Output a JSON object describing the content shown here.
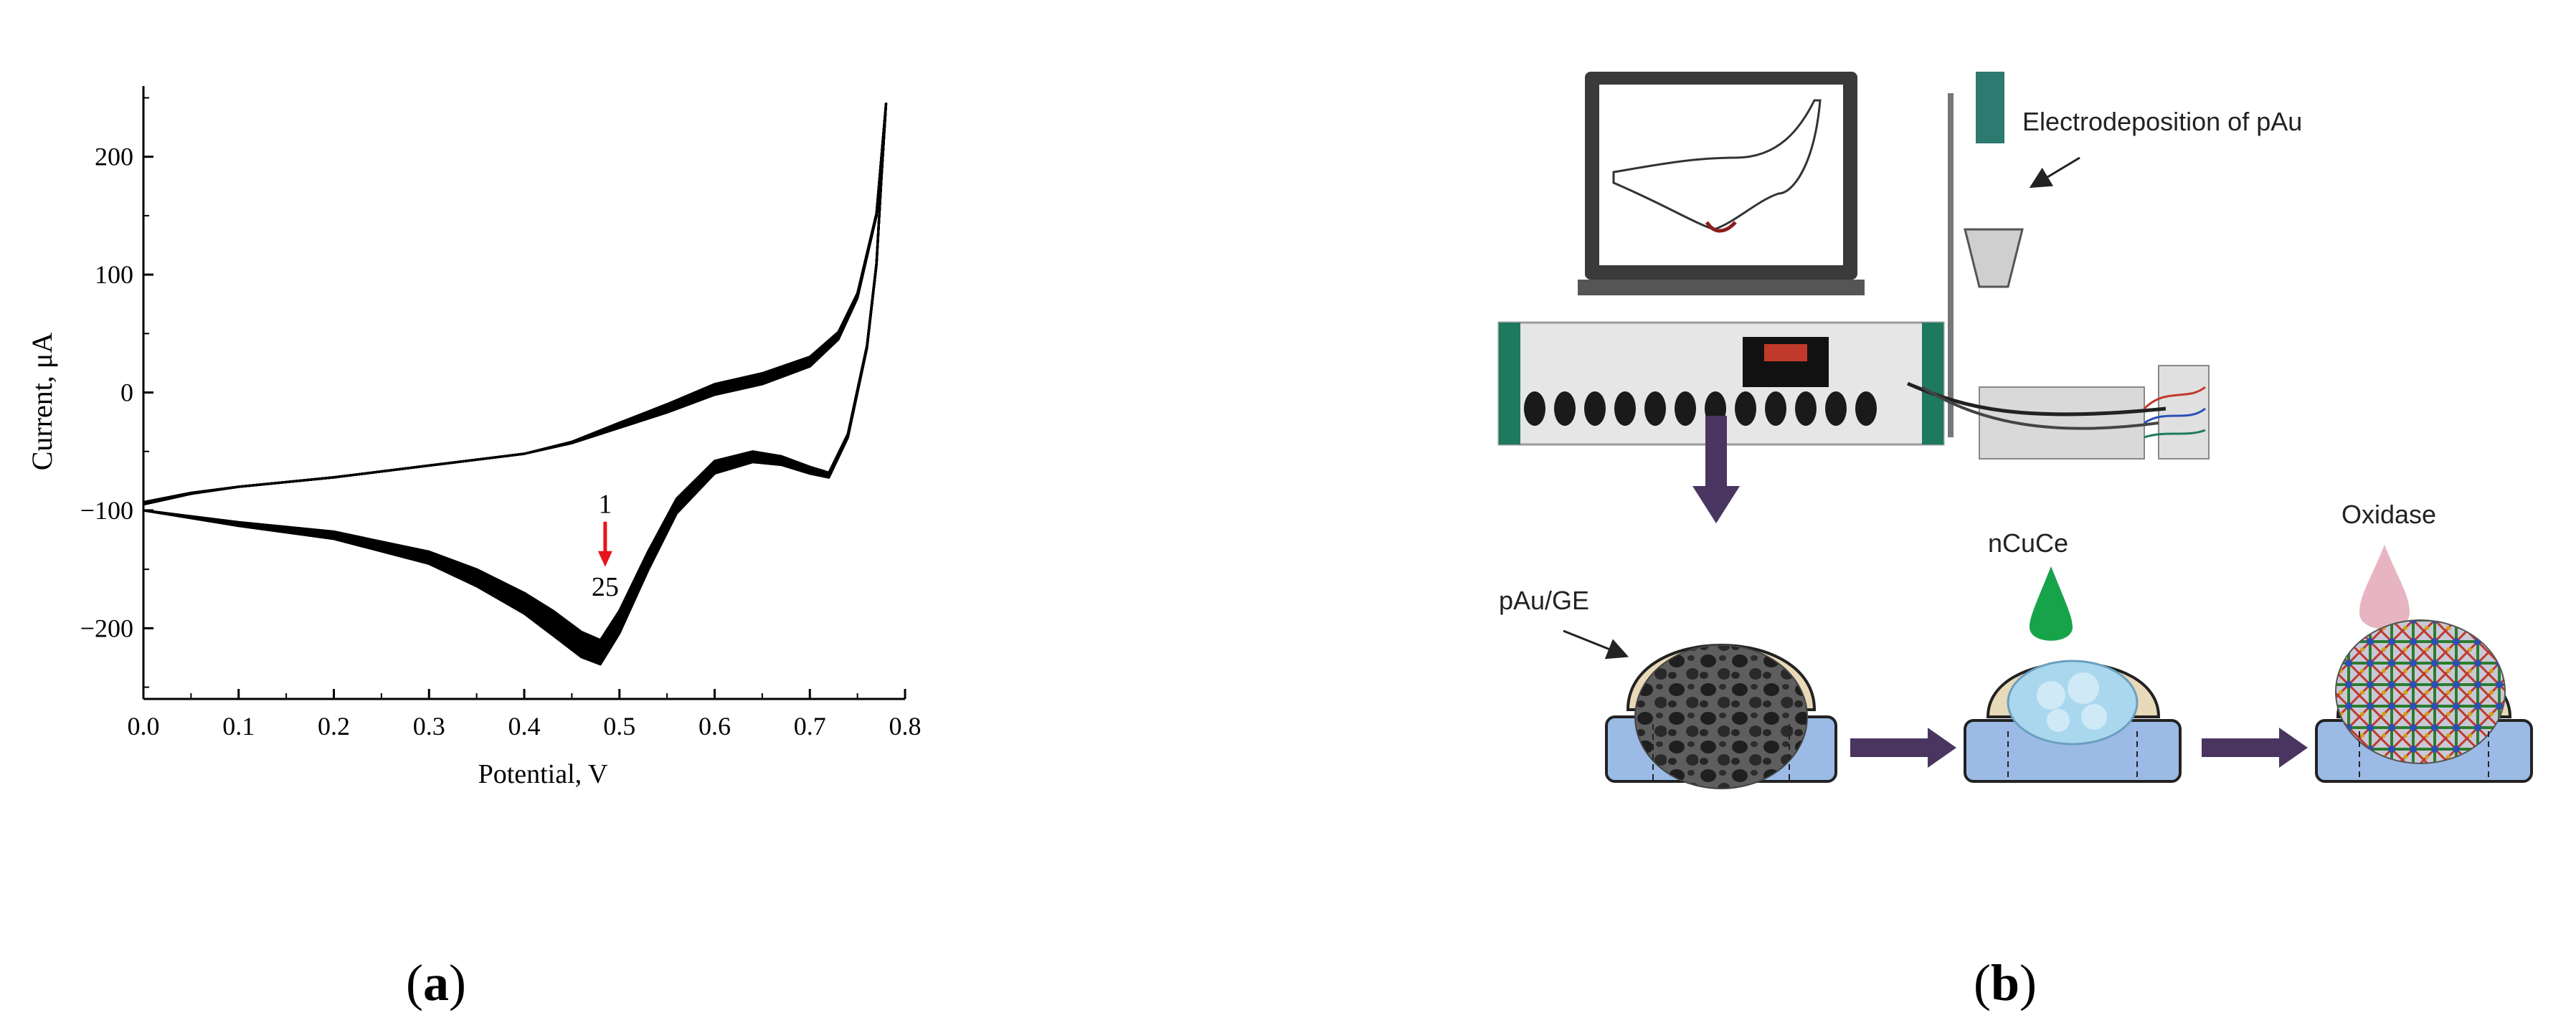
{
  "chart_data": {
    "type": "line",
    "title": "",
    "xlabel": "Potential, V",
    "ylabel": "Current, μA",
    "xlim": [
      0.0,
      0.8
    ],
    "ylim": [
      -260,
      260
    ],
    "xticks": [
      "0.0",
      "0.1",
      "0.2",
      "0.3",
      "0.4",
      "0.5",
      "0.6",
      "0.7",
      "0.8"
    ],
    "yticks": [
      "−200",
      "−100",
      "0",
      "100",
      "200"
    ],
    "xtick_values": [
      0.0,
      0.1,
      0.2,
      0.3,
      0.4,
      0.5,
      0.6,
      0.7,
      0.8
    ],
    "ytick_values": [
      -200,
      -100,
      0,
      100,
      200
    ],
    "cycles": 25,
    "cycle_shift": {
      "forward": [
        2,
        0,
        0,
        0,
        6,
        10,
        8,
        4,
        0
      ],
      "reverse": [
        0,
        2,
        4,
        8,
        12,
        20,
        22,
        14,
        4,
        0
      ]
    },
    "series": [
      {
        "segment": "anodic_forward",
        "x": [
          0.0,
          0.05,
          0.1,
          0.2,
          0.3,
          0.4,
          0.45,
          0.5,
          0.55,
          0.6,
          0.65,
          0.7,
          0.73,
          0.75,
          0.77,
          0.78
        ],
        "y": [
          -95,
          -86,
          -80,
          -72,
          -62,
          -52,
          -43,
          -30,
          -17,
          -2,
          7,
          22,
          45,
          80,
          150,
          245
        ]
      },
      {
        "segment": "cathodic_reverse",
        "x": [
          0.78,
          0.775,
          0.77,
          0.76,
          0.74,
          0.72,
          0.7,
          0.67,
          0.64,
          0.6,
          0.56,
          0.53,
          0.5,
          0.48,
          0.46,
          0.43,
          0.4,
          0.35,
          0.3,
          0.2,
          0.1,
          0.05,
          0.0
        ],
        "y": [
          245,
          180,
          110,
          40,
          -35,
          -68,
          -63,
          -54,
          -50,
          -58,
          -90,
          -135,
          -185,
          -210,
          -203,
          -185,
          -170,
          -150,
          -135,
          -118,
          -110,
          -105,
          -100
        ]
      }
    ],
    "annotations": [
      {
        "text": "1",
        "x": 0.485,
        "y": -95
      },
      {
        "text": "25",
        "x": 0.485,
        "y": -165
      }
    ],
    "arrow_color": "#e8141b",
    "grid": false
  },
  "panel_a_label": "a",
  "panel_b_label": "b",
  "schematic": {
    "caption_top": "Electrodeposition of pAu",
    "label_electrode": "pAu/GE",
    "label_nanoparticles": "nCuCe",
    "label_enzyme": "Oxidase",
    "arrow_color": "#4a3560",
    "electrode_color": "#9bbbe6",
    "film_color": "#e8d9b8",
    "drop_green": "#16a34a",
    "drop_pink": "#e7b5c2",
    "instrument_color": "#e8e8e8",
    "accent_green": "#1d7a5e"
  }
}
